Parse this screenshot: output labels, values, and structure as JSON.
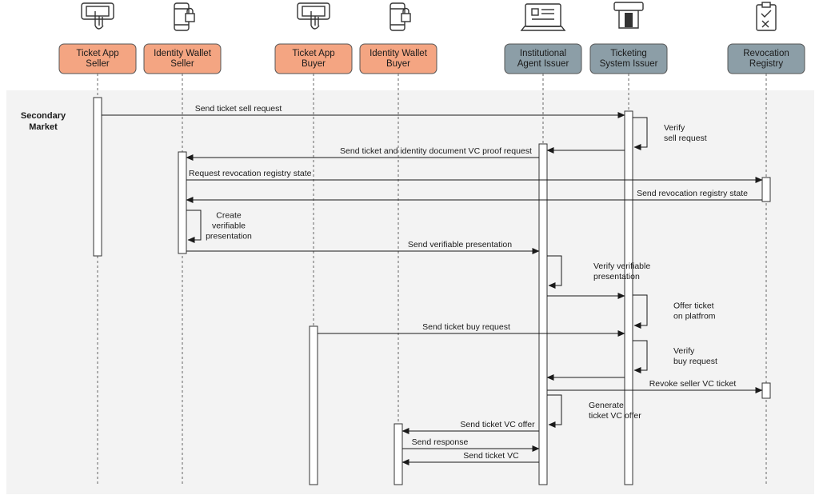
{
  "section_label": [
    "Secondary",
    "Market"
  ],
  "colors": {
    "orange": "#f4a582",
    "gray": "#8c9ea7",
    "band": "#f3f3f3",
    "stroke": "#333333"
  },
  "participants": [
    {
      "id": "tas",
      "lines": [
        "Ticket App",
        "Seller"
      ],
      "type": "orange",
      "icon": "phone-hand-icon"
    },
    {
      "id": "iws",
      "lines": [
        "Identity Wallet",
        "Seller"
      ],
      "type": "orange",
      "icon": "phone-lock-icon"
    },
    {
      "id": "tab",
      "lines": [
        "Ticket App",
        "Buyer"
      ],
      "type": "orange",
      "icon": "phone-hand-icon"
    },
    {
      "id": "iwb",
      "lines": [
        "Identity Wallet",
        "Buyer"
      ],
      "type": "orange",
      "icon": "phone-lock-icon"
    },
    {
      "id": "iai",
      "lines": [
        "Institutional",
        "Agent Issuer"
      ],
      "type": "gray",
      "icon": "laptop-icon"
    },
    {
      "id": "tsi",
      "lines": [
        "Ticketing",
        "System Issuer"
      ],
      "type": "gray",
      "icon": "ticket-machine-icon"
    },
    {
      "id": "rr",
      "lines": [
        "Revocation",
        "Registry"
      ],
      "type": "gray",
      "icon": "clipboard-check-icon"
    }
  ],
  "messages": [
    {
      "from": "tas",
      "to": "tsi",
      "label": "Send ticket sell request"
    },
    {
      "from": "tsi",
      "to": "tsi",
      "self": true,
      "label": [
        "Verify",
        "sell request"
      ]
    },
    {
      "from": "tsi",
      "to": "iai",
      "label": ""
    },
    {
      "from": "iai",
      "to": "iws",
      "label": "Send ticket and identity document VC proof request"
    },
    {
      "from": "iws",
      "to": "rr",
      "label": "Request revocation registry state"
    },
    {
      "from": "rr",
      "to": "iws",
      "label": "Send revocation registry state"
    },
    {
      "from": "iws",
      "to": "iws",
      "self": true,
      "label": [
        "Create",
        "verifiable",
        "presentation"
      ]
    },
    {
      "from": "iws",
      "to": "iai",
      "label": "Send verifiable presentation"
    },
    {
      "from": "iai",
      "to": "iai",
      "self": true,
      "label": [
        "Verify verifiable",
        "presentation"
      ]
    },
    {
      "from": "iai",
      "to": "tsi",
      "label": ""
    },
    {
      "from": "tsi",
      "to": "tsi",
      "self": true,
      "label": [
        "Offer ticket",
        "on platfrom"
      ]
    },
    {
      "from": "tab",
      "to": "tsi",
      "label": "Send ticket buy request"
    },
    {
      "from": "tsi",
      "to": "tsi",
      "self": true,
      "label": [
        "Verify",
        "buy request"
      ]
    },
    {
      "from": "tsi",
      "to": "iai",
      "label": ""
    },
    {
      "from": "iai",
      "to": "rr",
      "label": "Revoke seller VC ticket"
    },
    {
      "from": "iai",
      "to": "iai",
      "self": true,
      "label": [
        "Generate",
        "ticket VC offer"
      ]
    },
    {
      "from": "iai",
      "to": "iwb",
      "label": "Send ticket VC offer"
    },
    {
      "from": "iwb",
      "to": "iai",
      "label": "Send response"
    },
    {
      "from": "iai",
      "to": "iwb",
      "label": "Send ticket VC"
    }
  ]
}
